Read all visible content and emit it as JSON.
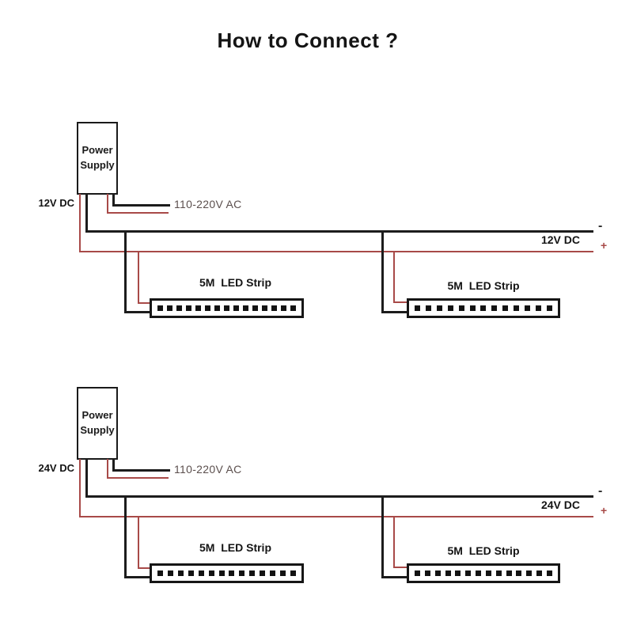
{
  "title": "How to Connect ?",
  "colors": {
    "wire_black": "#1c1c1c",
    "wire_red": "#a84a48",
    "ac_text": "#5b4f4d"
  },
  "diagrams": [
    {
      "name": "12V wiring",
      "power_supply": "Power Supply",
      "dc_output_label": "12V DC",
      "ac_input_label": "110-220V AC",
      "bus_voltage_label": "12V DC",
      "negative_sign": "-",
      "positive_sign": "+",
      "strips": [
        {
          "label": "5M  LED Strip",
          "led_count": 15
        },
        {
          "label": "5M  LED Strip",
          "led_count": 13
        }
      ]
    },
    {
      "name": "24V wiring",
      "power_supply": "Power Supply",
      "dc_output_label": "24V DC",
      "ac_input_label": "110-220V AC",
      "bus_voltage_label": "24V DC",
      "negative_sign": "-",
      "positive_sign": "+",
      "strips": [
        {
          "label": "5M  LED Strip",
          "led_count": 14
        },
        {
          "label": "5M  LED Strip",
          "led_count": 14
        }
      ]
    }
  ]
}
